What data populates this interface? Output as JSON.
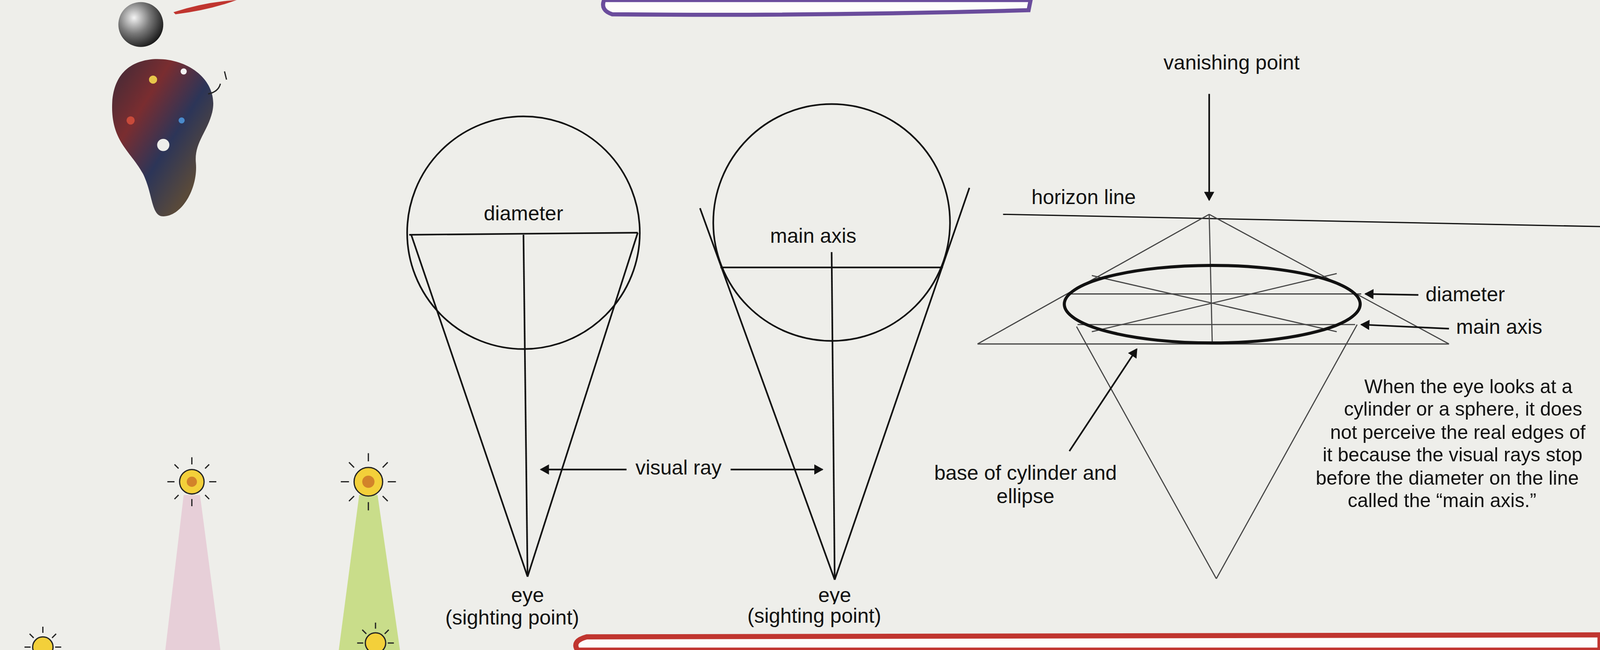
{
  "diagram": {
    "labels": [
      "diameter",
      "main axis",
      "visual ray",
      "eye",
      "(sighting point)",
      "eye",
      "(sighting point)",
      "vanishing point",
      "horizon line",
      "diameter",
      "main axis",
      "base of cylinder and ellipse",
      "When the eye looks at a cylinder or a sphere, it does not perceive the real edges of it because the visual rays stop before the diameter on the line called the “main axis.”"
    ]
  }
}
